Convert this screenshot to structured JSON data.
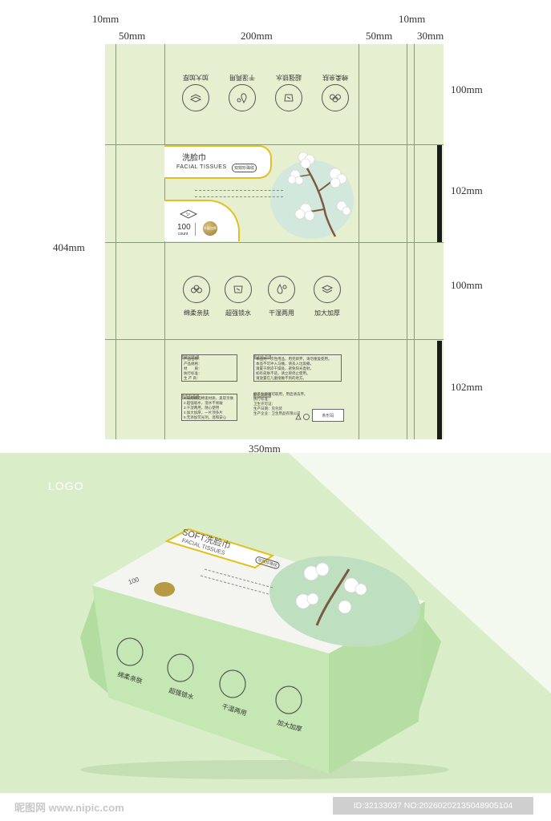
{
  "dimensions": {
    "top_left_margin": "10mm",
    "top_right_margin": "10mm",
    "side_left": "50mm",
    "front": "200mm",
    "side_right": "50mm",
    "glue": "30mm",
    "row_1": "100mm",
    "row_2": "102mm",
    "row_3": "100mm",
    "row_4": "102mm",
    "total_height": "404mm",
    "total_width": "350mm"
  },
  "product": {
    "title_cn": "洗脸巾",
    "title_en": "FACIAL TISSUES",
    "badge": "双效珍珠纹",
    "count": "100",
    "count_unit": "count",
    "seal": "升级加厚",
    "soft": "SOFT",
    "logo": "LOGO"
  },
  "features": [
    {
      "label": "绵柔亲肤",
      "icon": "cotton-icon"
    },
    {
      "label": "超强锁水",
      "icon": "water-lock-icon"
    },
    {
      "label": "干湿两用",
      "icon": "wet-dry-icon"
    },
    {
      "label": "加大加厚",
      "icon": "layers-icon"
    }
  ],
  "back_panel": {
    "info_tag": "产品信息",
    "info_lines": [
      "产品名称：",
      "产品规格：",
      "材　　质：",
      "执行标准：",
      "生 产 商：",
      "地　　址："
    ],
    "notes_tag": "注意事项",
    "notes_lines": [
      "本品为一次性用品，用完即弃，请勿重复使用。",
      "本品不可冲入马桶，请丢入垃圾桶。",
      "请置于阴凉干燥处，避免阳光直射。",
      "如有皮肤不适，请立即停止使用。",
      "请放置在儿童接触不到的地方。"
    ],
    "feature_tag": "产品特点",
    "feature_lines": [
      "1.采用精选棉柔材质，柔软亲肤",
      "2.超强吸水，湿水不易破",
      "3.干湿两用，随心使用",
      "4.加大加厚，一片顶多片",
      "5.无添加荧光剂，温和安心"
    ],
    "usage_tag": "使用方法",
    "usage_lines": [
      "撕开包装即可取用，用后请丢弃。",
      "执行标准：",
      "卫生许可证：",
      "生产日期：见包装",
      "生产企业：卫生用品有限公司"
    ],
    "barcode_label": "条形码"
  },
  "watermark": {
    "site": "昵图网 www.nipic.com",
    "id": "ID:32133037 NO:20260202135048905104"
  },
  "colors": {
    "die_bg": "#e6efcf",
    "accent_yellow": "#e3c021",
    "cotton_circle": "#d2e8dc",
    "bottom_bg": "#eaf4df",
    "box_green": "#c4e7b4"
  }
}
